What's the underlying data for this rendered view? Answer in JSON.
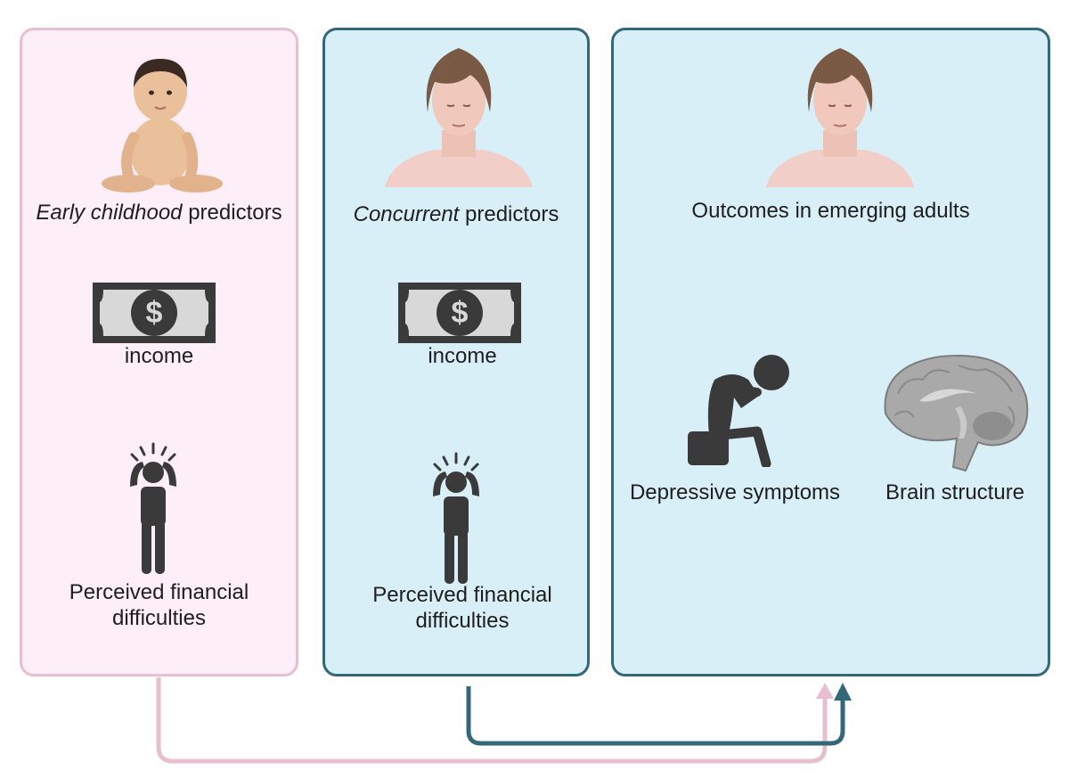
{
  "early": {
    "heading_italic": "Early childhood",
    "heading_rest": " predictors",
    "income_label": "income",
    "difficulties_line1": "Perceived financial",
    "difficulties_line2": "difficulties"
  },
  "concurrent": {
    "heading_italic": "Concurrent",
    "heading_rest": " predictors",
    "income_label": "income",
    "difficulties_line1": "Perceived financial",
    "difficulties_line2": "difficulties"
  },
  "outcomes": {
    "heading": "Outcomes in emerging adults",
    "depressive_label": "Depressive symptoms",
    "brain_label": "Brain structure"
  },
  "colors": {
    "pink_border": "#e8bfd0",
    "pink_fill": "#fdeef8",
    "teal_border": "#33687a",
    "teal_fill": "#d9eff7",
    "icon_dark": "#3a3a3a"
  }
}
